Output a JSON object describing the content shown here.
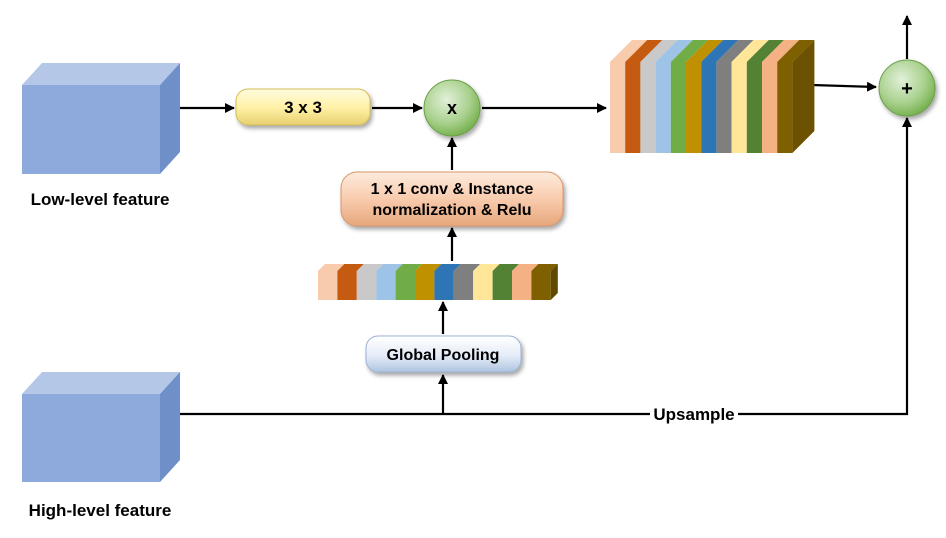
{
  "labels": {
    "low_level": "Low-level feature",
    "high_level": "High-level feature",
    "conv3": "3 x 3",
    "conv1_line1": "1 x 1 conv & Instance",
    "conv1_line2": "normalization & Relu",
    "global_pooling": "Global Pooling",
    "multiply": "x",
    "add": "+",
    "upsample": "Upsample"
  },
  "palette": {
    "cube_front": "#8EA9DB",
    "cube_top": "#B4C7E7",
    "cube_side": "#6F8FC9",
    "pill_yellow": "#FFF2A8",
    "pill_peach": "#F8CBAD",
    "pill_blue": "#DDE7F5",
    "circle_green": "#A9D18E",
    "line": "#000000"
  },
  "channel_colors": [
    "#F8CBAD",
    "#C55A11",
    "#C9C9C9",
    "#9DC3E6",
    "#70AD47",
    "#BF9000",
    "#2E75B6",
    "#7F7F7F",
    "#FFE699",
    "#548235",
    "#F4B183",
    "#7F6000"
  ]
}
